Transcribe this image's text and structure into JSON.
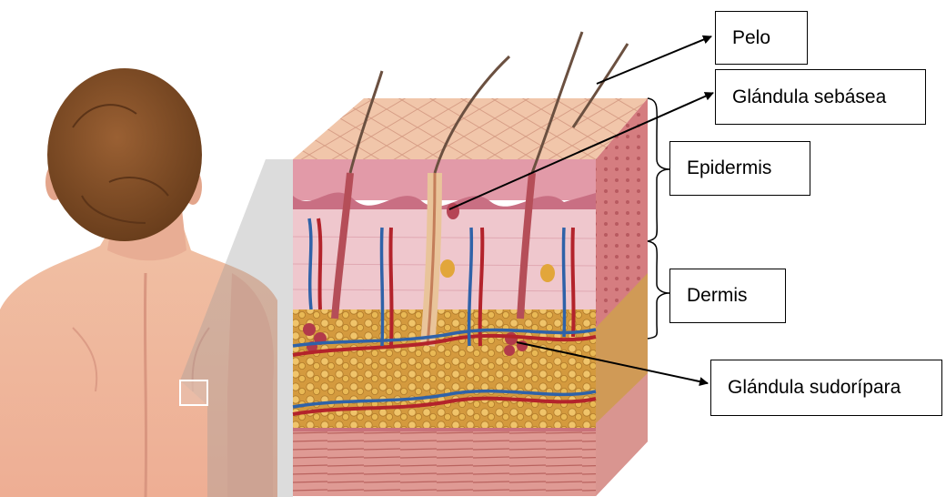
{
  "diagram": {
    "labels": {
      "pelo": "Pelo",
      "glandula_sebacea": "Glándula sebásea",
      "epidermis": "Epidermis",
      "dermis": "Dermis",
      "glandula_sudoripara": "Glándula sudorípara"
    }
  },
  "colors": {
    "background": "#ffffff",
    "line": "#000000",
    "skin_surface": "#efc3a8",
    "epidermis_layer": "#e3a3ae",
    "dermis_layer": "#efc6cc",
    "fat_layer": "#d9a246",
    "muscle_layer": "#d98a86",
    "artery": "#b3232b",
    "vein": "#2f62a8",
    "hair": "#6b5040",
    "child_hair": "#7a4a25",
    "child_skin": "#efb89e"
  },
  "icons": [
    "hair-icon",
    "artery-icon",
    "vein-icon",
    "child-figure-icon",
    "zoom-square-icon"
  ]
}
